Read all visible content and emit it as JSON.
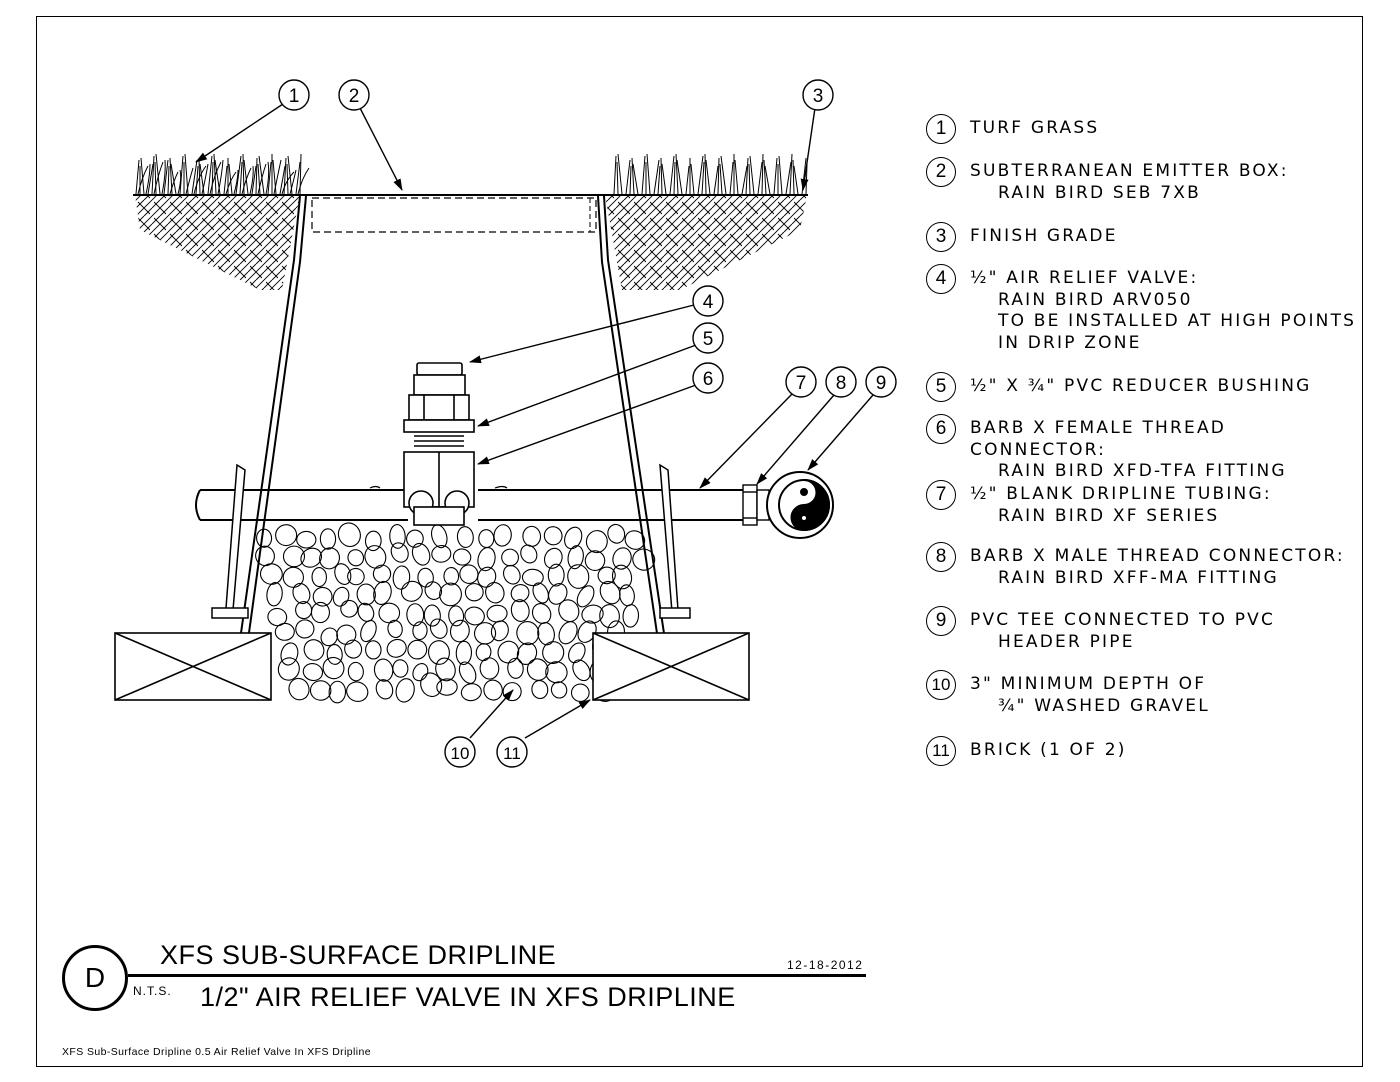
{
  "title_block": {
    "detail_letter": "D",
    "title": "XFS SUB-SURFACE DRIPLINE",
    "subtitle": "1/2\" AIR RELIEF VALVE IN XFS DRIPLINE",
    "scale_note": "N.T.S.",
    "date": "12-18-2012"
  },
  "footer": {
    "file_name": "XFS Sub-Surface Dripline 0.5 Air Relief Valve In XFS Dripline"
  },
  "callouts": [
    "1",
    "2",
    "3",
    "4",
    "5",
    "6",
    "7",
    "8",
    "9",
    "10",
    "11"
  ],
  "legend": [
    {
      "num": "1",
      "lines": [
        "TURF GRASS"
      ]
    },
    {
      "num": "2",
      "lines": [
        "SUBTERRANEAN EMITTER BOX:",
        "RAIN BIRD SEB 7XB"
      ]
    },
    {
      "num": "3",
      "lines": [
        "FINISH GRADE"
      ]
    },
    {
      "num": "4",
      "lines": [
        "½\" AIR RELIEF VALVE:",
        "RAIN BIRD ARV050",
        "TO BE INSTALLED AT HIGH POINTS",
        "IN DRIP ZONE"
      ]
    },
    {
      "num": "5",
      "lines": [
        "½\" X ¾\" PVC REDUCER BUSHING"
      ]
    },
    {
      "num": "6",
      "lines": [
        "BARB X FEMALE THREAD CONNECTOR:",
        "RAIN BIRD XFD-TFA FITTING"
      ]
    },
    {
      "num": "7",
      "lines": [
        "½\" BLANK DRIPLINE TUBING:",
        "RAIN BIRD XF SERIES"
      ]
    },
    {
      "num": "8",
      "lines": [
        "BARB X MALE THREAD CONNECTOR:",
        "RAIN BIRD XFF-MA FITTING"
      ]
    },
    {
      "num": "9",
      "lines": [
        "PVC TEE CONNECTED TO PVC",
        "HEADER PIPE"
      ]
    },
    {
      "num": "10",
      "lines": [
        "3\" MINIMUM DEPTH OF",
        "¾\" WASHED GRAVEL"
      ]
    },
    {
      "num": "11",
      "lines": [
        "BRICK (1 OF 2)"
      ]
    }
  ]
}
